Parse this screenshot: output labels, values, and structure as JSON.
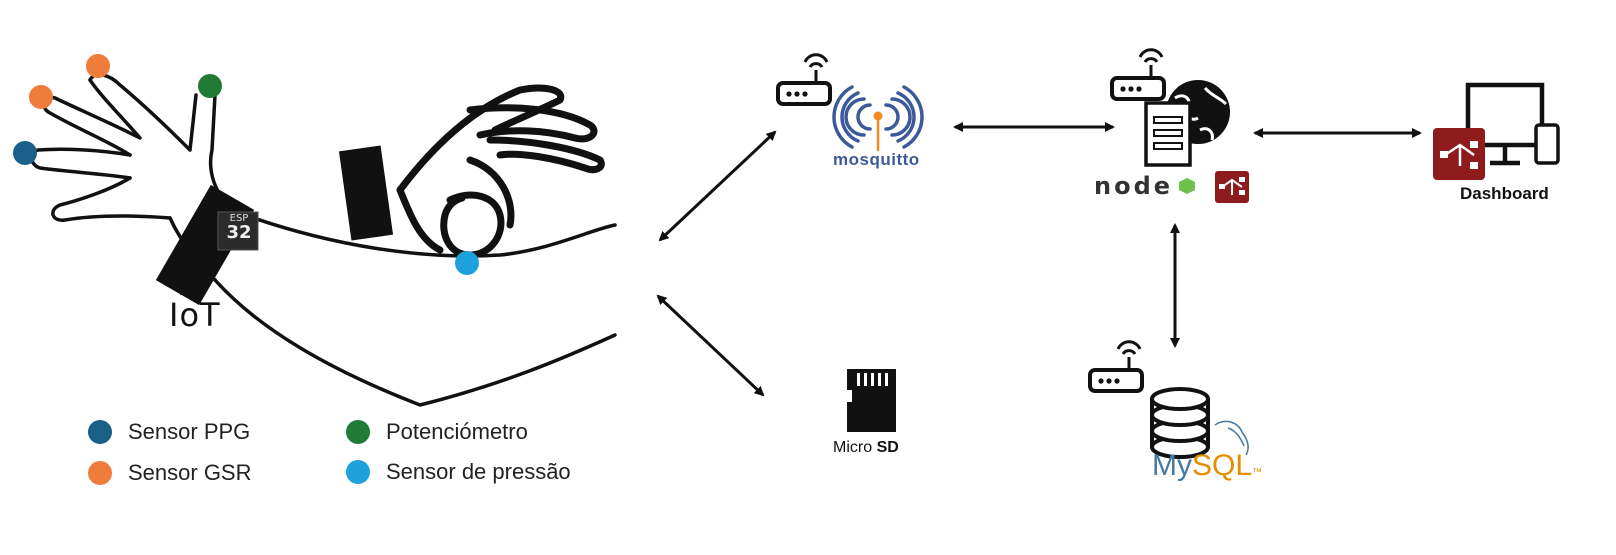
{
  "legend": [
    {
      "label": "Sensor PPG",
      "color": "#1a6088"
    },
    {
      "label": "Sensor GSR",
      "color": "#ee7c3a"
    },
    {
      "label": "Potenciómetro",
      "color": "#217a36"
    },
    {
      "label": "Sensor de pressão",
      "color": "#1ea0dc"
    }
  ],
  "labels": {
    "mosquitto": "mosquitto",
    "micro_sd_prefix": "Micro ",
    "micro_sd_bold": "SD",
    "node": "node",
    "mysql_my": "My",
    "mysql_sql": "SQL",
    "mysql_tm": "™",
    "dashboard": "Dashboard",
    "iot": "IoT",
    "esp_top": "ESP",
    "esp_num": "32"
  },
  "colors": {
    "line": "#111111",
    "mosquitto_blue": "#3c5a99",
    "mosquitto_orange": "#f08a24",
    "nodered_red": "#8f1c1c",
    "node_green": "#6cc24a",
    "mysql_blue": "#4479a1",
    "mysql_orange": "#e48e00"
  },
  "icons": [
    "router-icon",
    "mosquitto-logo",
    "server-icon",
    "globe-icon",
    "node-red-icon",
    "database-icon",
    "microsd-icon",
    "monitor-icon",
    "phone-icon",
    "wifi-icon",
    "esp32-chip"
  ]
}
